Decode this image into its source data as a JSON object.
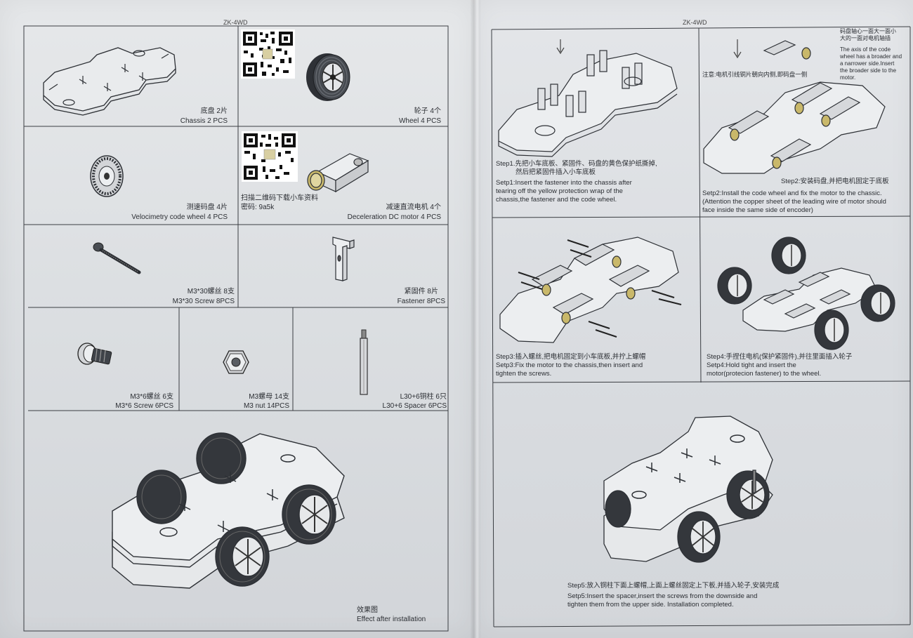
{
  "left_page": {
    "header": "ZK-4WD",
    "parts": [
      {
        "cn": "底盘 2片",
        "en": "Chassis 2 PCS"
      },
      {
        "cn": "轮子 4个",
        "en": "Wheel 4 PCS"
      },
      {
        "cn": "测速码盘 4片",
        "en": "Velocimetry code wheel 4 PCS"
      },
      {
        "cn": "减速直流电机 4个",
        "en": "Deceleration DC motor 4 PCS"
      },
      {
        "cn": "M3*30螺丝 8支",
        "en": "M3*30 Screw 8PCS"
      },
      {
        "cn": "紧固件 8片",
        "en": "Fastener 8PCS"
      },
      {
        "cn": "M3*6螺丝 6支",
        "en": "M3*6 Screw 6PCS"
      },
      {
        "cn": "M3螺母 14支",
        "en": "M3 nut 14PCS"
      },
      {
        "cn": "L30+6铜柱 6只",
        "en": "L30+6 Spacer 6PCS"
      }
    ],
    "qr_note": {
      "line1": "扫描二维码下载小车资料",
      "line2": "密码: 9a5k"
    },
    "effect": {
      "cn": "效果图",
      "en": "Effect after installation"
    }
  },
  "right_page": {
    "header": "ZK-4WD",
    "step1": {
      "cn1": "Step1.先把小车底板、紧固件、码盘的黄色保护纸撕掉,",
      "cn2": "然后把紧固件插入小车底板",
      "en1": "Setp1:Insert the fastener into the chassis after",
      "en2": "tearing off the yellow protection wrap of the",
      "en3": "chassis,the fastener and the code wheel."
    },
    "step2": {
      "note_cn1": "码盘轴心一面大一面小",
      "note_cn2": "大的一面对电机轴插",
      "note_en1": "The axis of the code",
      "note_en2": "wheel has a broader and",
      "note_en3": "a narrower side.Insert",
      "note_en4": "the broader side to the",
      "note_en5": "motor.",
      "wire_note": "注意:电机引线铜片朝向内侧,即码盘一侧",
      "cn": "Step2:安装码盘,并把电机固定于底板",
      "en1": "Setp2:Install the code wheel and fix the motor to the chassic.",
      "en2": "(Attention the copper sheet of the leading wire of motor should",
      "en3": "face inside the same side of encoder)"
    },
    "step3": {
      "cn": "Step3:插入螺丝,把电机固定到小车底板,并拧上螺帽",
      "en1": "Setp3:Fix the motor to the chassis,then insert and",
      "en2": "tighten the screws."
    },
    "step4": {
      "cn": "Step4:手捏住电机(保护紧固件),并往里面插入轮子",
      "en1": "Setp4:Hold tight and insert the",
      "en2": "motor(protecion fastener) to the wheel."
    },
    "step5": {
      "cn": "Step5:放入铜柱下面上螺帽,上面上螺丝固定上下板,并插入轮子,安装完成",
      "en1": "Setp5:Insert the spacer,insert the screws from the downside and",
      "en2": "tighten them from the upper side. Installation completed."
    }
  },
  "colors": {
    "line": "#3a3d42",
    "paper": "#e2e4e7",
    "yellow": "#c9b86a"
  }
}
